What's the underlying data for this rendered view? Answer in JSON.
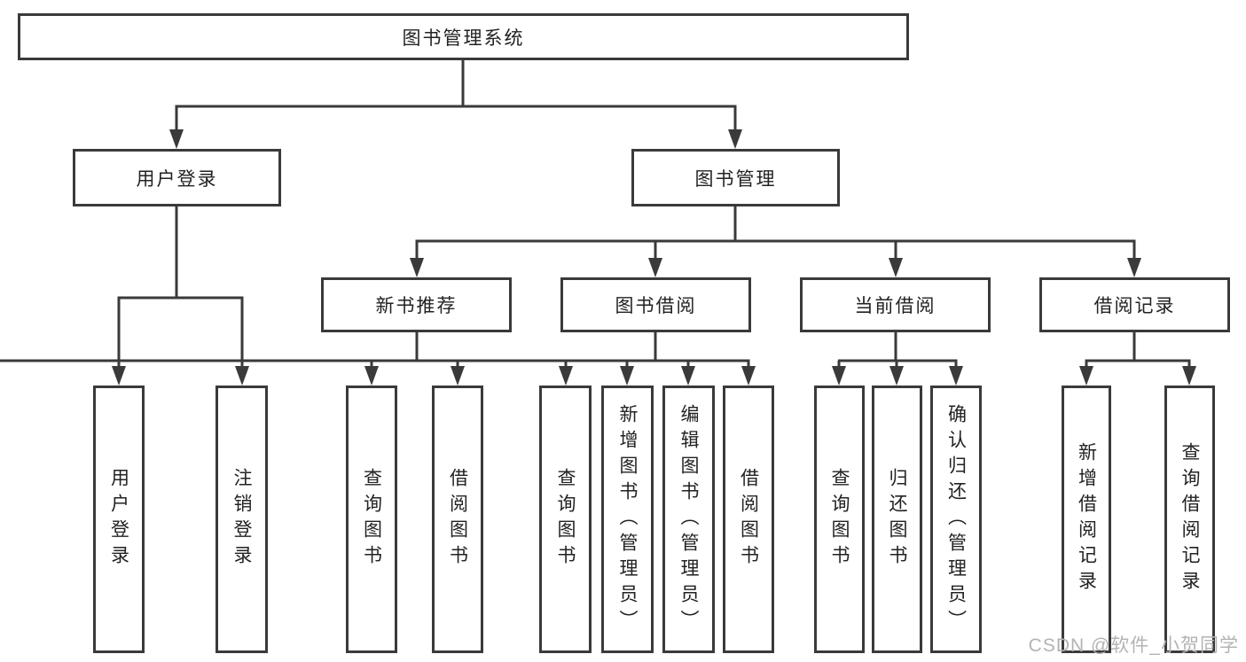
{
  "diagram": {
    "root": "图书管理系统",
    "level2": [
      "用户登录",
      "图书管理"
    ],
    "level3": [
      "新书推荐",
      "图书借阅",
      "当前借阅",
      "借阅记录"
    ],
    "leaves": {
      "user_login": [
        "用户登录",
        "注销登录"
      ],
      "new_book": [
        "查询图书",
        "借阅图书"
      ],
      "book_borrow": [
        "查询图书",
        "新增图书（管理员）",
        "编辑图书（管理员）",
        "借阅图书"
      ],
      "current_borrow": [
        "查询图书",
        "归还图书",
        "确认归还（管理员）"
      ],
      "borrow_records": [
        "新增借阅记录",
        "查询借阅记录"
      ]
    }
  },
  "watermark": {
    "text": "CSDN @软件_小贺同学"
  },
  "colors": {
    "line": "#3a3a3a",
    "text": "#222222",
    "background": "#ffffff",
    "watermark": "#b3b3b3"
  }
}
